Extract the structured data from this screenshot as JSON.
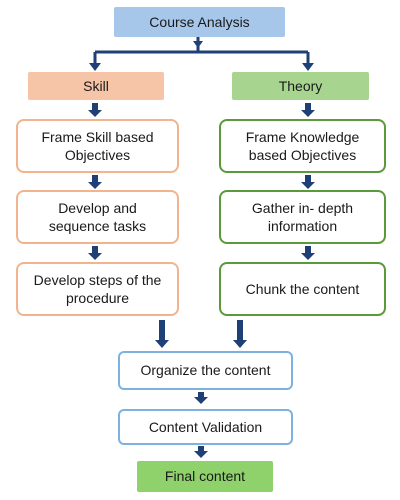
{
  "diagram": {
    "top": "Course Analysis",
    "skill": {
      "header": "Skill",
      "steps": [
        "Frame Skill based Objectives",
        "Develop and sequence tasks",
        "Develop steps of the procedure"
      ]
    },
    "theory": {
      "header": "Theory",
      "steps": [
        "Frame Knowledge based Objectives",
        "Gather in- depth information",
        "Chunk the content"
      ]
    },
    "organize": "Organize the content",
    "validation": "Content Validation",
    "final": "Final content"
  },
  "colors": {
    "arrow": "#1f3f77",
    "skill_border": "#f1b48c",
    "theory_border": "#5a9a3a",
    "top_fill": "#a7c7ea",
    "final_fill": "#8fd16a"
  }
}
